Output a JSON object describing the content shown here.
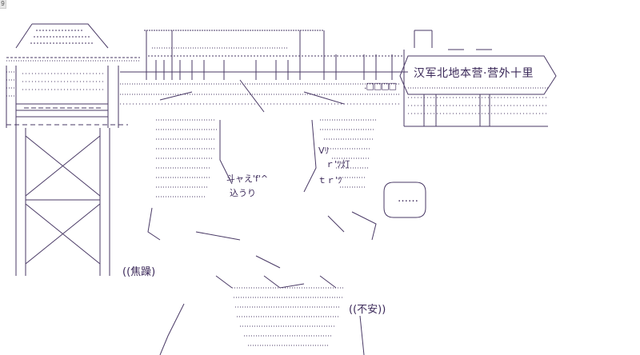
{
  "corner_label": "9",
  "sign_text": "汉军北地本营·营外十里",
  "left_caption": "((焦躁)",
  "right_caption": "((不安))",
  "speech_bubble": "……",
  "small_boxes": ".□□□□",
  "eye_texts": [
    "斗ャえ'f'^",
    "込うり",
    "ｒ'ﾂ灯",
    "ｔｒ'ﾂ",
    "Vﾘ"
  ],
  "colors": {
    "ink": "#3c2a5a",
    "background": "#ffffff"
  }
}
